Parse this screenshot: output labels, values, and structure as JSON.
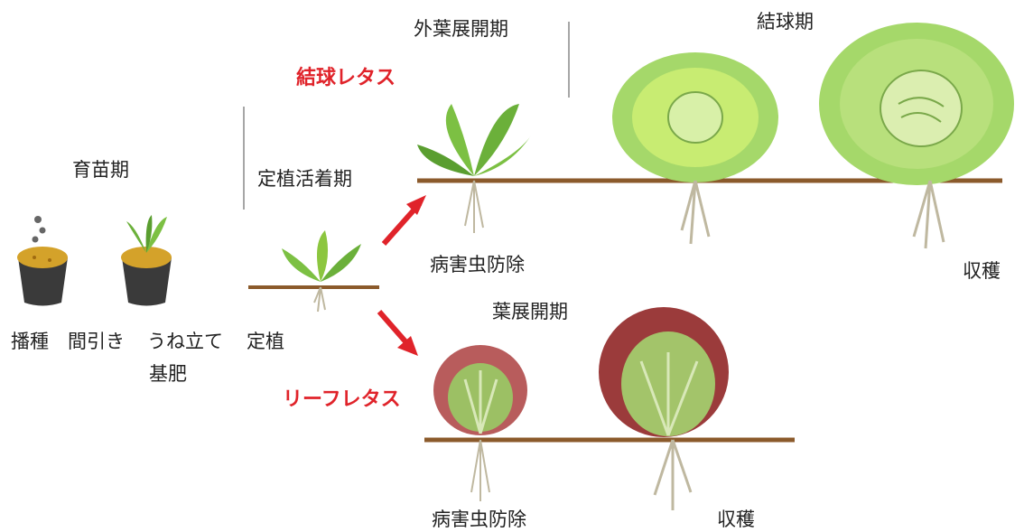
{
  "stages": {
    "ikubyo": "育苗期",
    "teishoku_katchaku": "定植活着期",
    "gaiyo_tenkai": "外葉展開期",
    "kekkyu": "結球期",
    "yo_tenkai": "葉展開期"
  },
  "varieties": {
    "head_lettuce": "結球レタス",
    "leaf_lettuce": "リーフレタス"
  },
  "tasks": {
    "hashu": "播種",
    "mabiki": "間引き",
    "unetate": "うね立て",
    "kihi": "基肥",
    "teishoku": "定植",
    "pest_control_head": "病害虫防除",
    "harvest_head": "収穫",
    "pest_control_leaf": "病害虫防除",
    "harvest_leaf": "収穫"
  },
  "colors": {
    "accent_red": "#e0232a",
    "soil_line": "#8b5a2b",
    "leaf_green": "#8cc63f",
    "leaf_red": "#9b3b3b"
  }
}
